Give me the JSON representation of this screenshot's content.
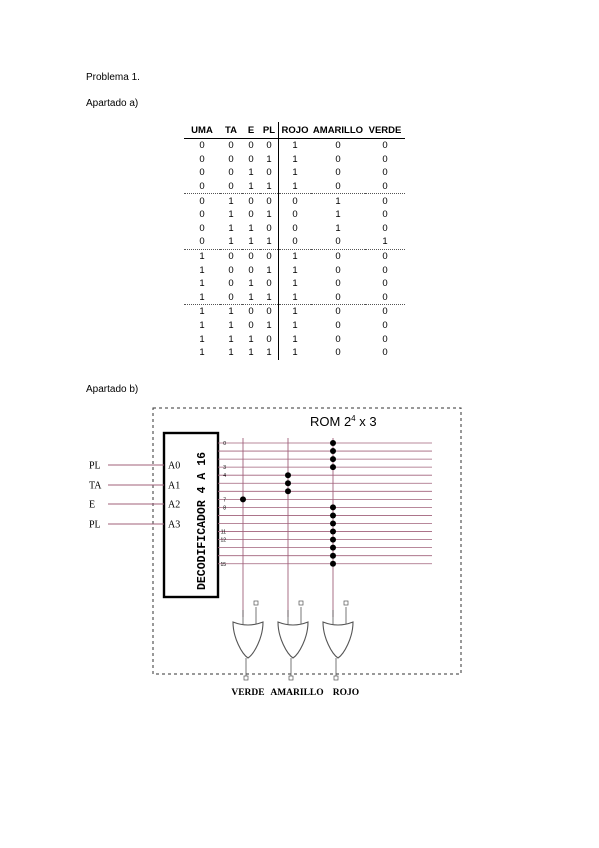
{
  "headings": {
    "problem": "Problema 1.",
    "part_a": "Apartado a)",
    "part_b": "Apartado b)"
  },
  "truth_table": {
    "columns": [
      "UMA",
      "TA",
      "E",
      "PL",
      "ROJO",
      "AMARILLO",
      "VERDE"
    ],
    "rows": [
      [
        "0",
        "0",
        "0",
        "0",
        "1",
        "0",
        "0"
      ],
      [
        "0",
        "0",
        "0",
        "1",
        "1",
        "0",
        "0"
      ],
      [
        "0",
        "0",
        "1",
        "0",
        "1",
        "0",
        "0"
      ],
      [
        "0",
        "0",
        "1",
        "1",
        "1",
        "0",
        "0"
      ],
      [
        "0",
        "1",
        "0",
        "0",
        "0",
        "1",
        "0"
      ],
      [
        "0",
        "1",
        "0",
        "1",
        "0",
        "1",
        "0"
      ],
      [
        "0",
        "1",
        "1",
        "0",
        "0",
        "1",
        "0"
      ],
      [
        "0",
        "1",
        "1",
        "1",
        "0",
        "0",
        "1"
      ],
      [
        "1",
        "0",
        "0",
        "0",
        "1",
        "0",
        "0"
      ],
      [
        "1",
        "0",
        "0",
        "1",
        "1",
        "0",
        "0"
      ],
      [
        "1",
        "0",
        "1",
        "0",
        "1",
        "0",
        "0"
      ],
      [
        "1",
        "0",
        "1",
        "1",
        "1",
        "0",
        "0"
      ],
      [
        "1",
        "1",
        "0",
        "0",
        "1",
        "0",
        "0"
      ],
      [
        "1",
        "1",
        "0",
        "1",
        "1",
        "0",
        "0"
      ],
      [
        "1",
        "1",
        "1",
        "0",
        "1",
        "0",
        "0"
      ],
      [
        "1",
        "1",
        "1",
        "1",
        "1",
        "0",
        "0"
      ]
    ]
  },
  "rom": {
    "title": "ROM 2",
    "title_sup": "4",
    "title_suffix": " x 3",
    "decoder_label": "DECODIFICADOR 4 A 16",
    "inputs": [
      {
        "signal": "PL",
        "pin": "A0"
      },
      {
        "signal": "TA",
        "pin": "A1"
      },
      {
        "signal": "E",
        "pin": "A2"
      },
      {
        "signal": "PL",
        "pin": "A3"
      }
    ],
    "row_labels": [
      "0",
      "",
      "",
      "3",
      "4",
      "",
      "",
      "7",
      "8",
      "",
      "",
      "11",
      "12",
      "",
      "",
      "15"
    ],
    "outputs": [
      "VERDE",
      "AMARILLO",
      "ROJO"
    ],
    "connections": {
      "VERDE": [
        7
      ],
      "AMARILLO": [
        4,
        5,
        6
      ],
      "ROJO": [
        0,
        1,
        2,
        3,
        8,
        9,
        10,
        11,
        12,
        13,
        14,
        15
      ]
    },
    "line_color": "#a0607a",
    "gate_color": "#555555"
  }
}
